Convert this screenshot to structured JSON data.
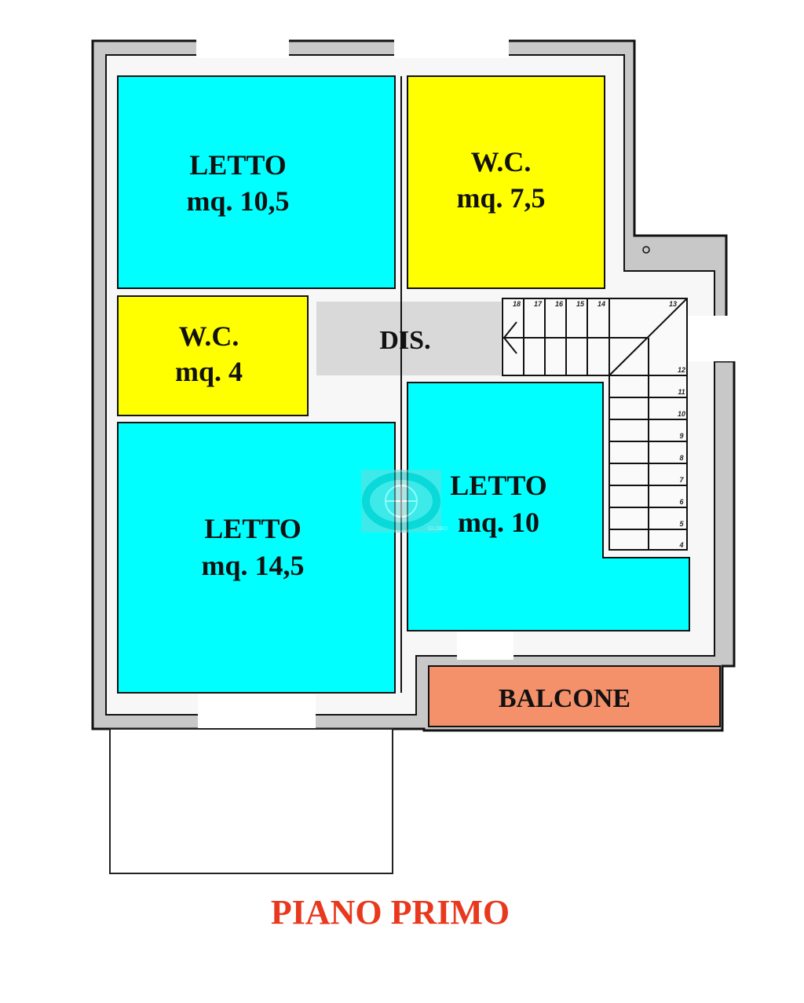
{
  "plan": {
    "title": "PIANO PRIMO",
    "rooms": [
      {
        "name": "LETTO",
        "area": "mq. 10,5"
      },
      {
        "name": "W.C.",
        "area": "mq. 7,5"
      },
      {
        "name": "W.C.",
        "area": "mq. 4"
      },
      {
        "name": "DIS."
      },
      {
        "name": "LETTO",
        "area": "mq. 14,5"
      },
      {
        "name": "LETTO",
        "area": "mq. 10"
      },
      {
        "name": "BALCONE"
      }
    ],
    "stair_steps_top": [
      "18",
      "17",
      "16",
      "15",
      "14",
      "13"
    ],
    "stair_steps_right": [
      "12",
      "11",
      "10",
      "9",
      "8",
      "7",
      "6",
      "5",
      "4"
    ],
    "watermark": "GLOBO"
  },
  "colors": {
    "bedroom": "#00ffff",
    "bathroom": "#ffff00",
    "hall": "#d9d9d9",
    "balcony": "#f4906a",
    "title": "#e8391e",
    "wall": "#c8c8c8"
  }
}
